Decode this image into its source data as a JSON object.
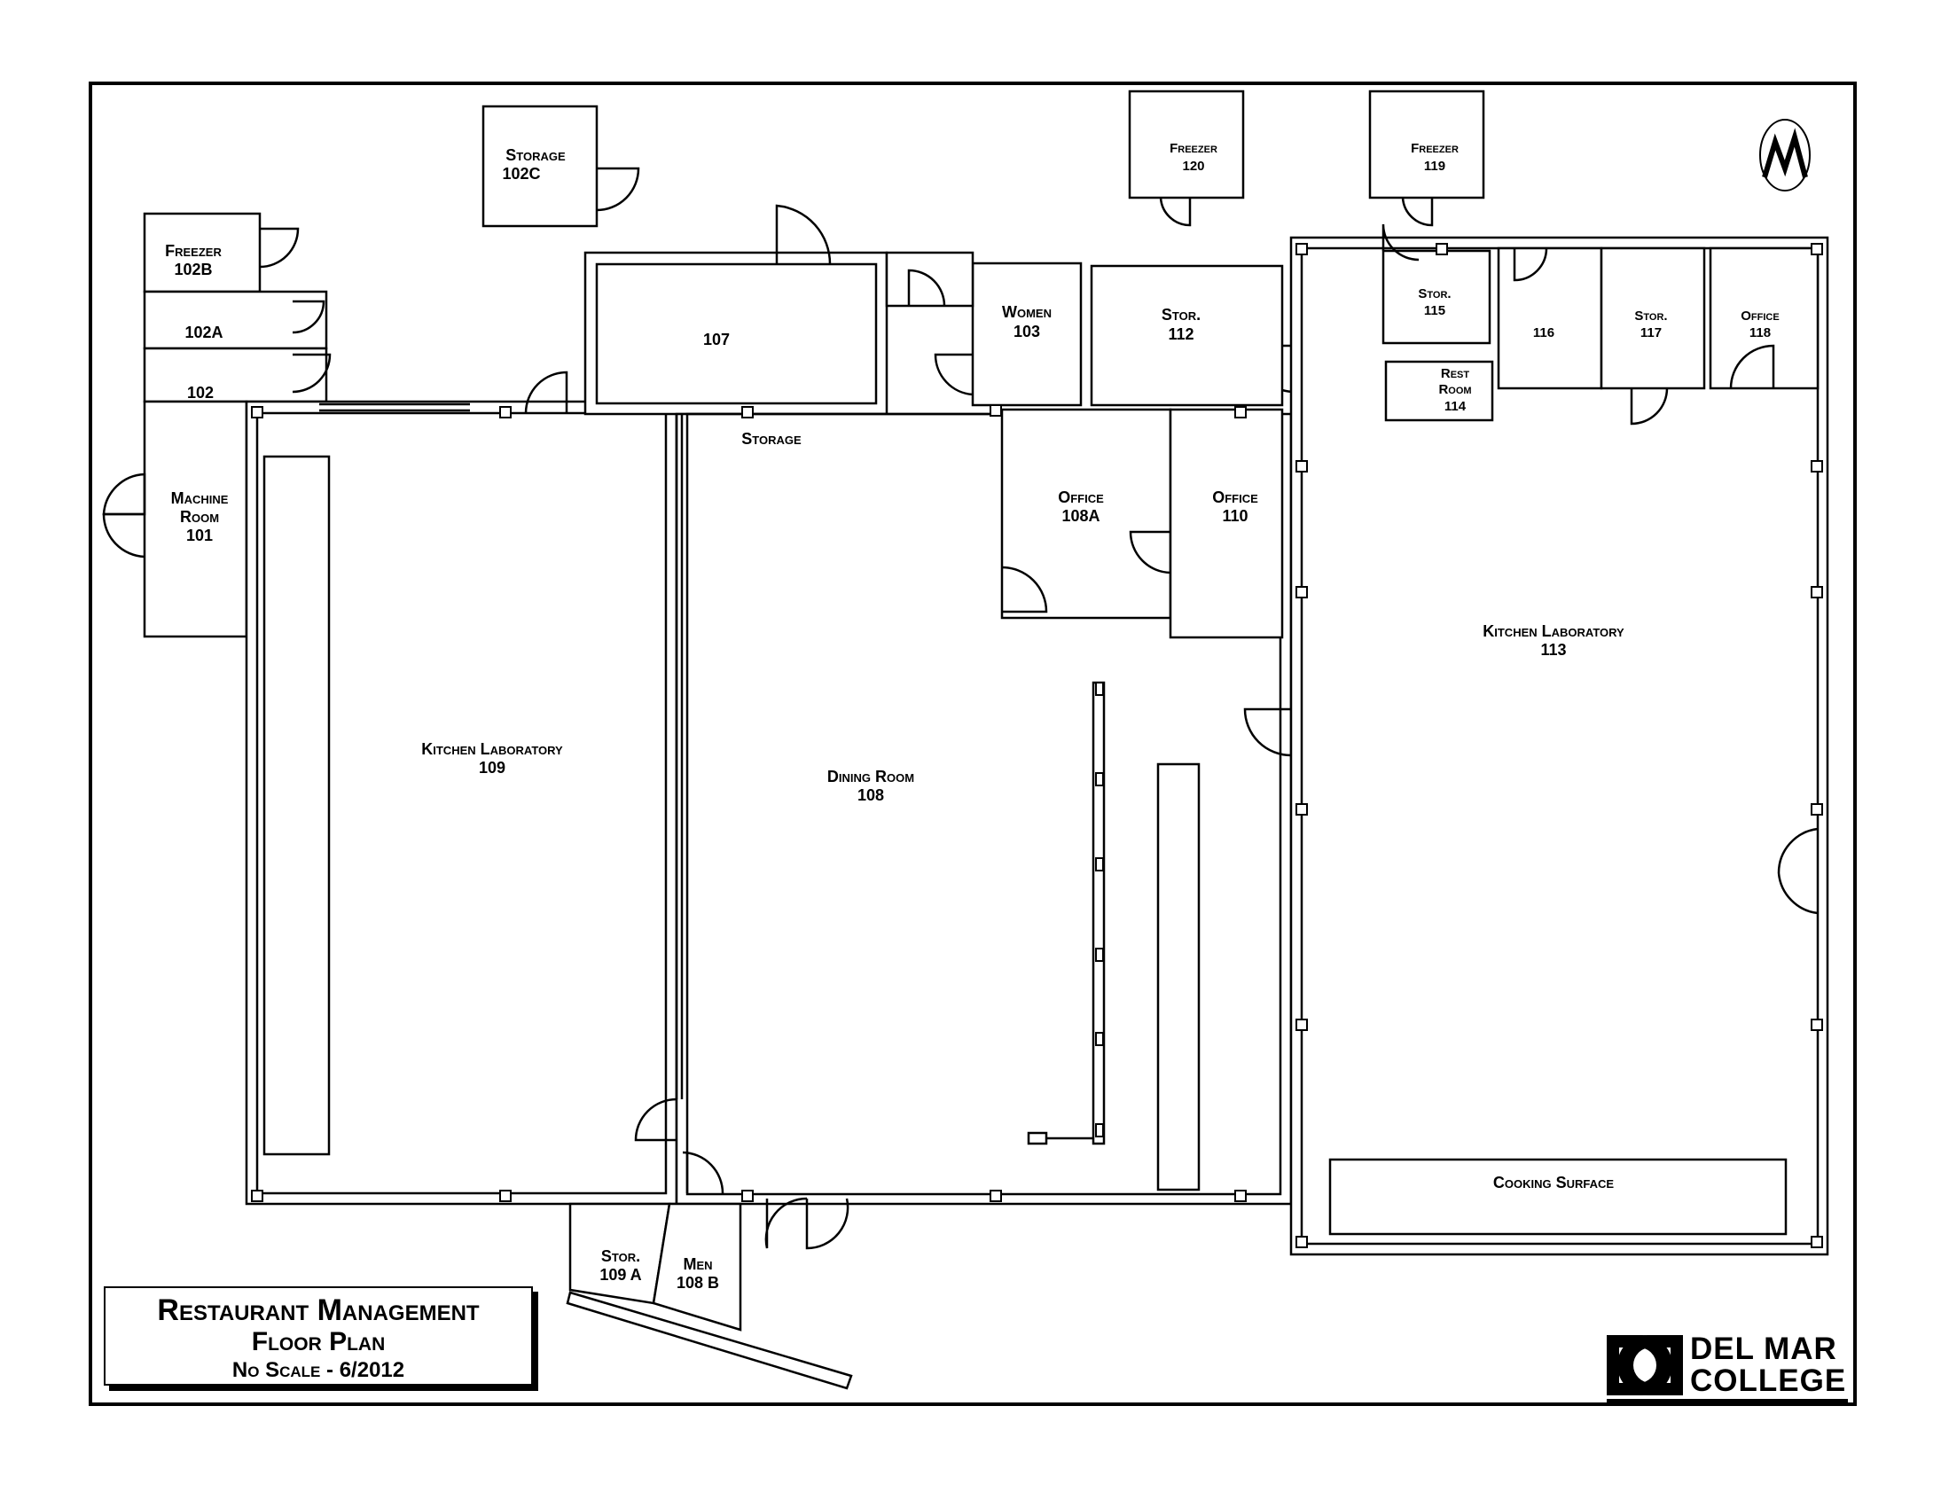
{
  "title": {
    "main": "Restaurant Management",
    "sub": "Floor Plan",
    "note": "No Scale - 6/2012"
  },
  "logo": {
    "line1": "DEL MAR",
    "line2": "COLLEGE"
  },
  "seal": {
    "icon": "del-mar-seal-icon"
  },
  "rooms": {
    "r101": {
      "name": "Machine Room",
      "number": "101"
    },
    "r102": {
      "number": "102"
    },
    "r102a": {
      "number": "102A"
    },
    "r102b": {
      "name": "Freezer",
      "number": "102B"
    },
    "r102c": {
      "name": "Storage",
      "number": "102C"
    },
    "r103": {
      "name": "Women",
      "number": "103"
    },
    "r107": {
      "number": "107"
    },
    "r108": {
      "name": "Dining Room",
      "number": "108"
    },
    "r108a": {
      "name": "Office",
      "number": "108A"
    },
    "r108b": {
      "name": "Men",
      "number": "108 B"
    },
    "r109": {
      "name": "Kitchen Laboratory",
      "number": "109"
    },
    "r109a": {
      "name": "Stor.",
      "number": "109 A"
    },
    "r110": {
      "name": "Office",
      "number": "110"
    },
    "r112": {
      "name": "Stor.",
      "number": "112"
    },
    "r113": {
      "name": "Kitchen Laboratory",
      "number": "113"
    },
    "r114": {
      "name1": "Rest",
      "name2": "Room",
      "number": "114"
    },
    "r115": {
      "name": "Stor.",
      "number": "115"
    },
    "r116": {
      "number": "116"
    },
    "r117": {
      "name": "Stor.",
      "number": "117"
    },
    "r118": {
      "name": "Office",
      "number": "118"
    },
    "r119": {
      "name": "Freezer",
      "number": "119"
    },
    "r120": {
      "name": "Freezer",
      "number": "120"
    },
    "storage_area": {
      "name": "Storage"
    },
    "cooking_surface": {
      "name": "Cooking Surface"
    }
  }
}
